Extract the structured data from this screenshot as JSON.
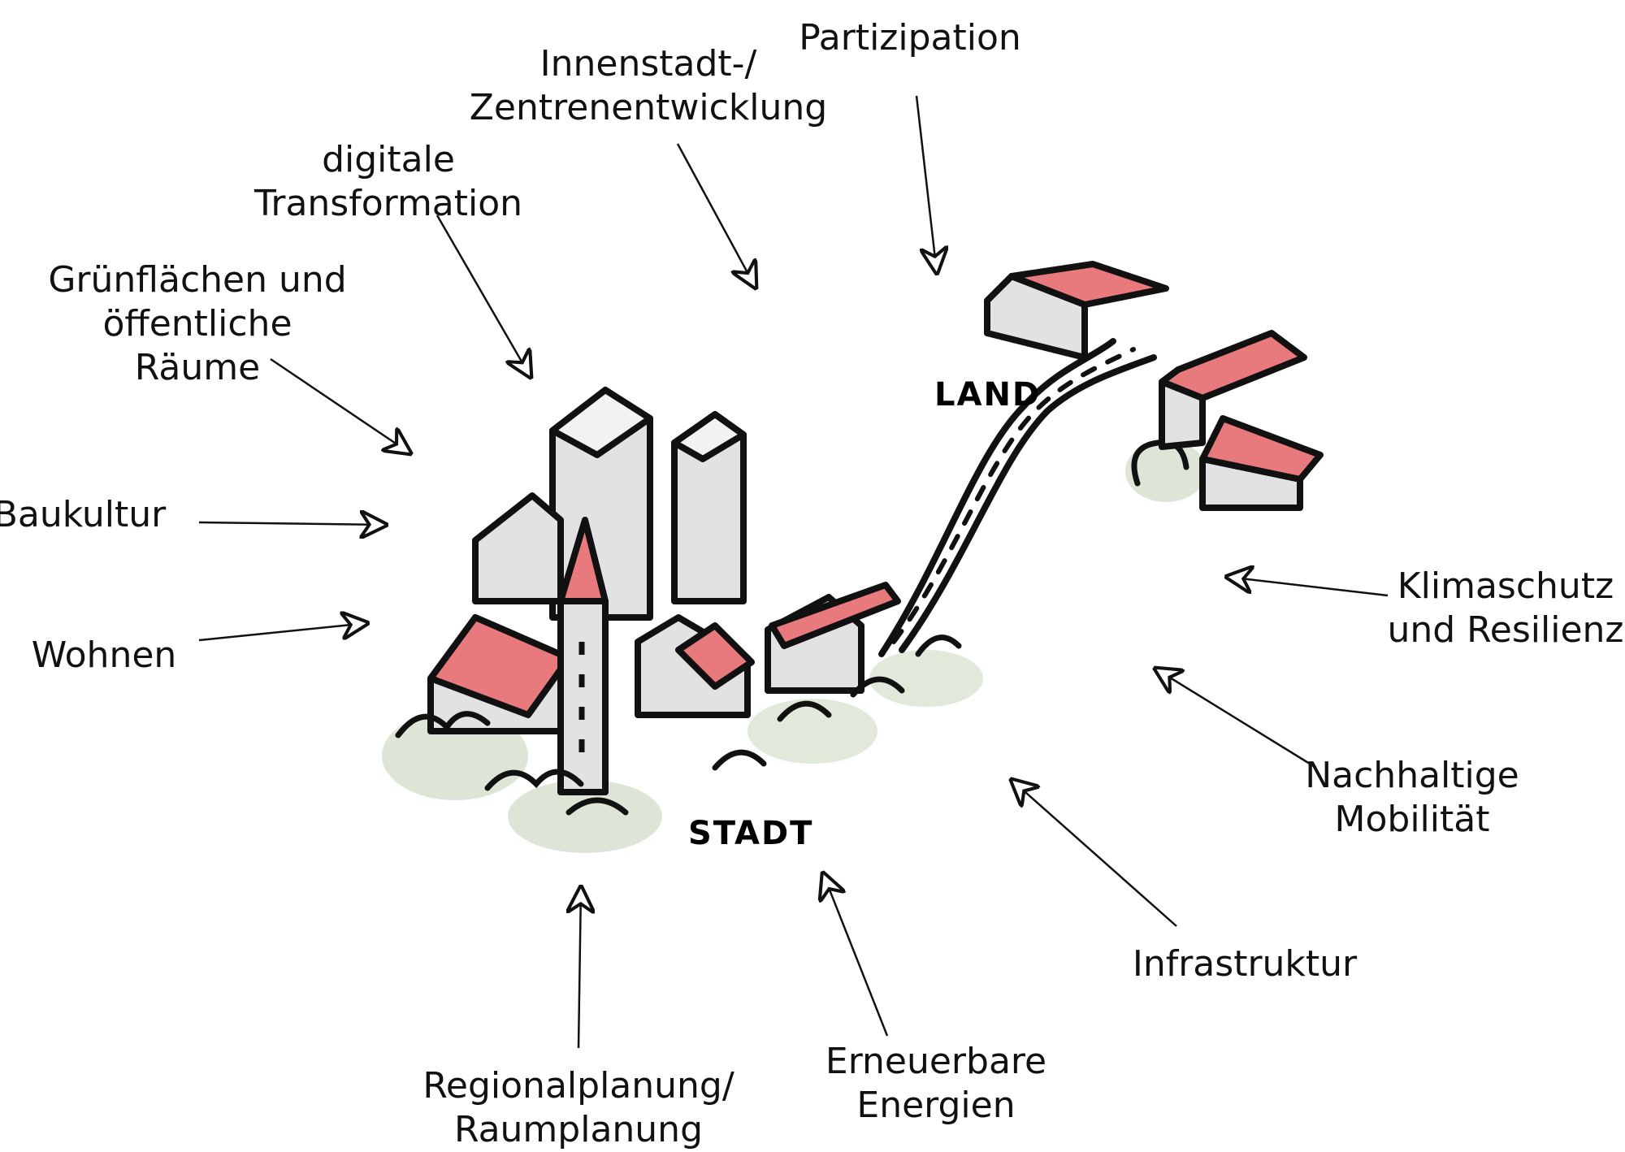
{
  "places": {
    "city": "STADT",
    "country": "LAND"
  },
  "topics": {
    "partizipation": [
      "Partizipation"
    ],
    "innenstadt": [
      "Innenstadt-/",
      "Zentrenentwicklung"
    ],
    "digital": [
      "digitale",
      "Transformation"
    ],
    "gruen": [
      "Grünflächen und",
      "öffentliche",
      "Räume"
    ],
    "baukultur": [
      "Baukultur"
    ],
    "wohnen": [
      "Wohnen"
    ],
    "klima": [
      "Klimaschutz",
      "und Resilienz"
    ],
    "mobilitaet": [
      "Nachhaltige",
      "Mobilität"
    ],
    "infrastruktur": [
      "Infrastruktur"
    ],
    "energie": [
      "Erneuerbare",
      "Energien"
    ],
    "regional": [
      "Regionalplanung/",
      "Raumplanung"
    ]
  },
  "colors": {
    "roof": "#e8797c",
    "wall": "#e2e2e4",
    "greenery": "#d4e0cc",
    "ink": "#111111"
  }
}
